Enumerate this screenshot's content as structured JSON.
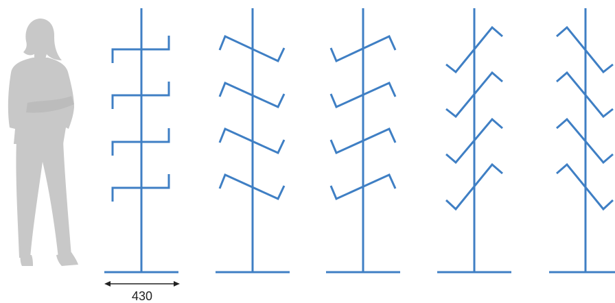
{
  "scale_person": {
    "icon": "person-silhouette-icon"
  },
  "dimension": {
    "label": "430"
  },
  "colors": {
    "rack_stroke": "#3f7fc4",
    "silhouette_fill": "#c8c8c8",
    "dimension_stroke": "#222222"
  },
  "racks": [
    {
      "arm_style": "hook"
    },
    {
      "arm_style": "v-tilt-down-right"
    },
    {
      "arm_style": "v-tilt-up-right"
    },
    {
      "arm_style": "chevron-up"
    },
    {
      "arm_style": "chevron-down"
    }
  ]
}
